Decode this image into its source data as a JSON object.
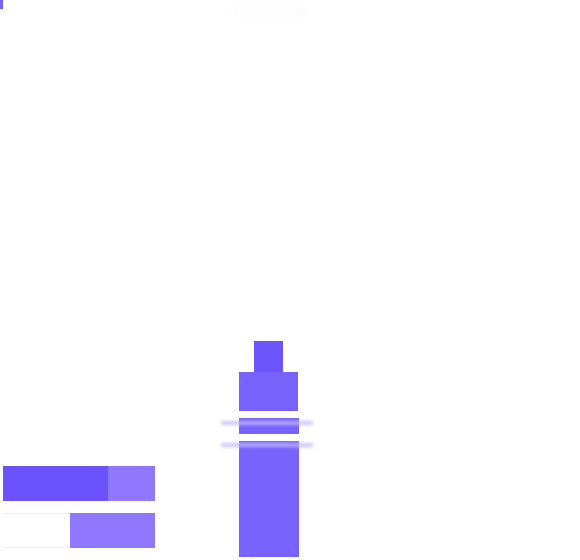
{
  "colors": {
    "accent_dark": "#6c52fc",
    "accent_mid": "#8f78fd",
    "accent_column": "#7862fd",
    "glow": "#c4b8ff",
    "background": "#ffffff"
  },
  "bars": [
    {
      "segments": [
        {
          "kind": "filled",
          "share": 0.69
        },
        {
          "kind": "light",
          "share": 0.31
        }
      ]
    },
    {
      "segments": [
        {
          "kind": "empty",
          "share": 0.44
        },
        {
          "kind": "light",
          "share": 0.56
        }
      ]
    }
  ]
}
